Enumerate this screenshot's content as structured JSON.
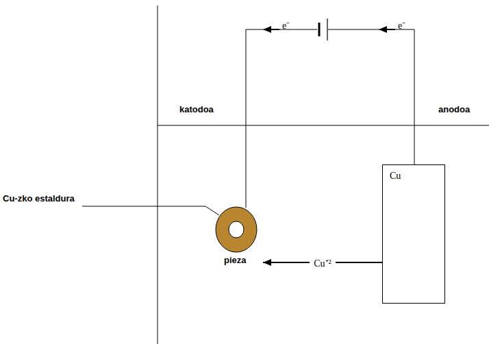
{
  "diagram": {
    "nodes": [
      {
        "text": [
          "Cu"
        ]
      },
      {
        "text": [
          "pieza"
        ]
      }
    ],
    "edges": [
      {
        "from": 0,
        "to": 1,
        "arrow": "to",
        "label": "Cu⁺²"
      }
    ],
    "labels": [
      "e⁻",
      "e⁻",
      "katodoa",
      "anodoa",
      "Cu-zko estaldura"
    ]
  }
}
